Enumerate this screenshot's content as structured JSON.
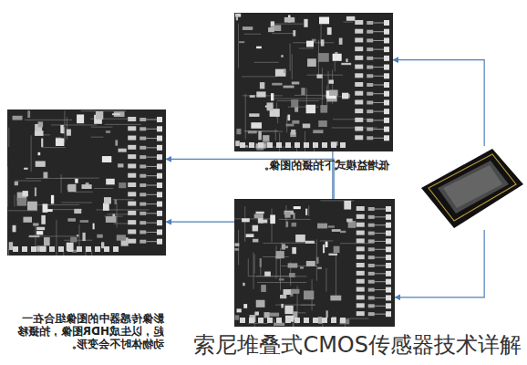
{
  "diagram": {
    "nodes": [
      {
        "text": [
          "低增益模式下拍摄的图像。"
        ]
      },
      {
        "text": [
          "影像传感器中的图像组合在一起，以生成HDR图像，拍摄移动物体时不会变形。"
        ]
      },
      {
        "text": []
      },
      {
        "text": []
      }
    ],
    "edges": [
      {
        "from": 3,
        "to": 0,
        "arrow": "to"
      },
      {
        "from": 0,
        "to": 1,
        "arrow": "to"
      },
      {
        "from": 3,
        "to": 2,
        "arrow": "to"
      },
      {
        "from": 2,
        "to": 1,
        "arrow": "to"
      }
    ],
    "labels": [
      "索尼堆叠式CMOS传感器技术详解"
    ]
  }
}
